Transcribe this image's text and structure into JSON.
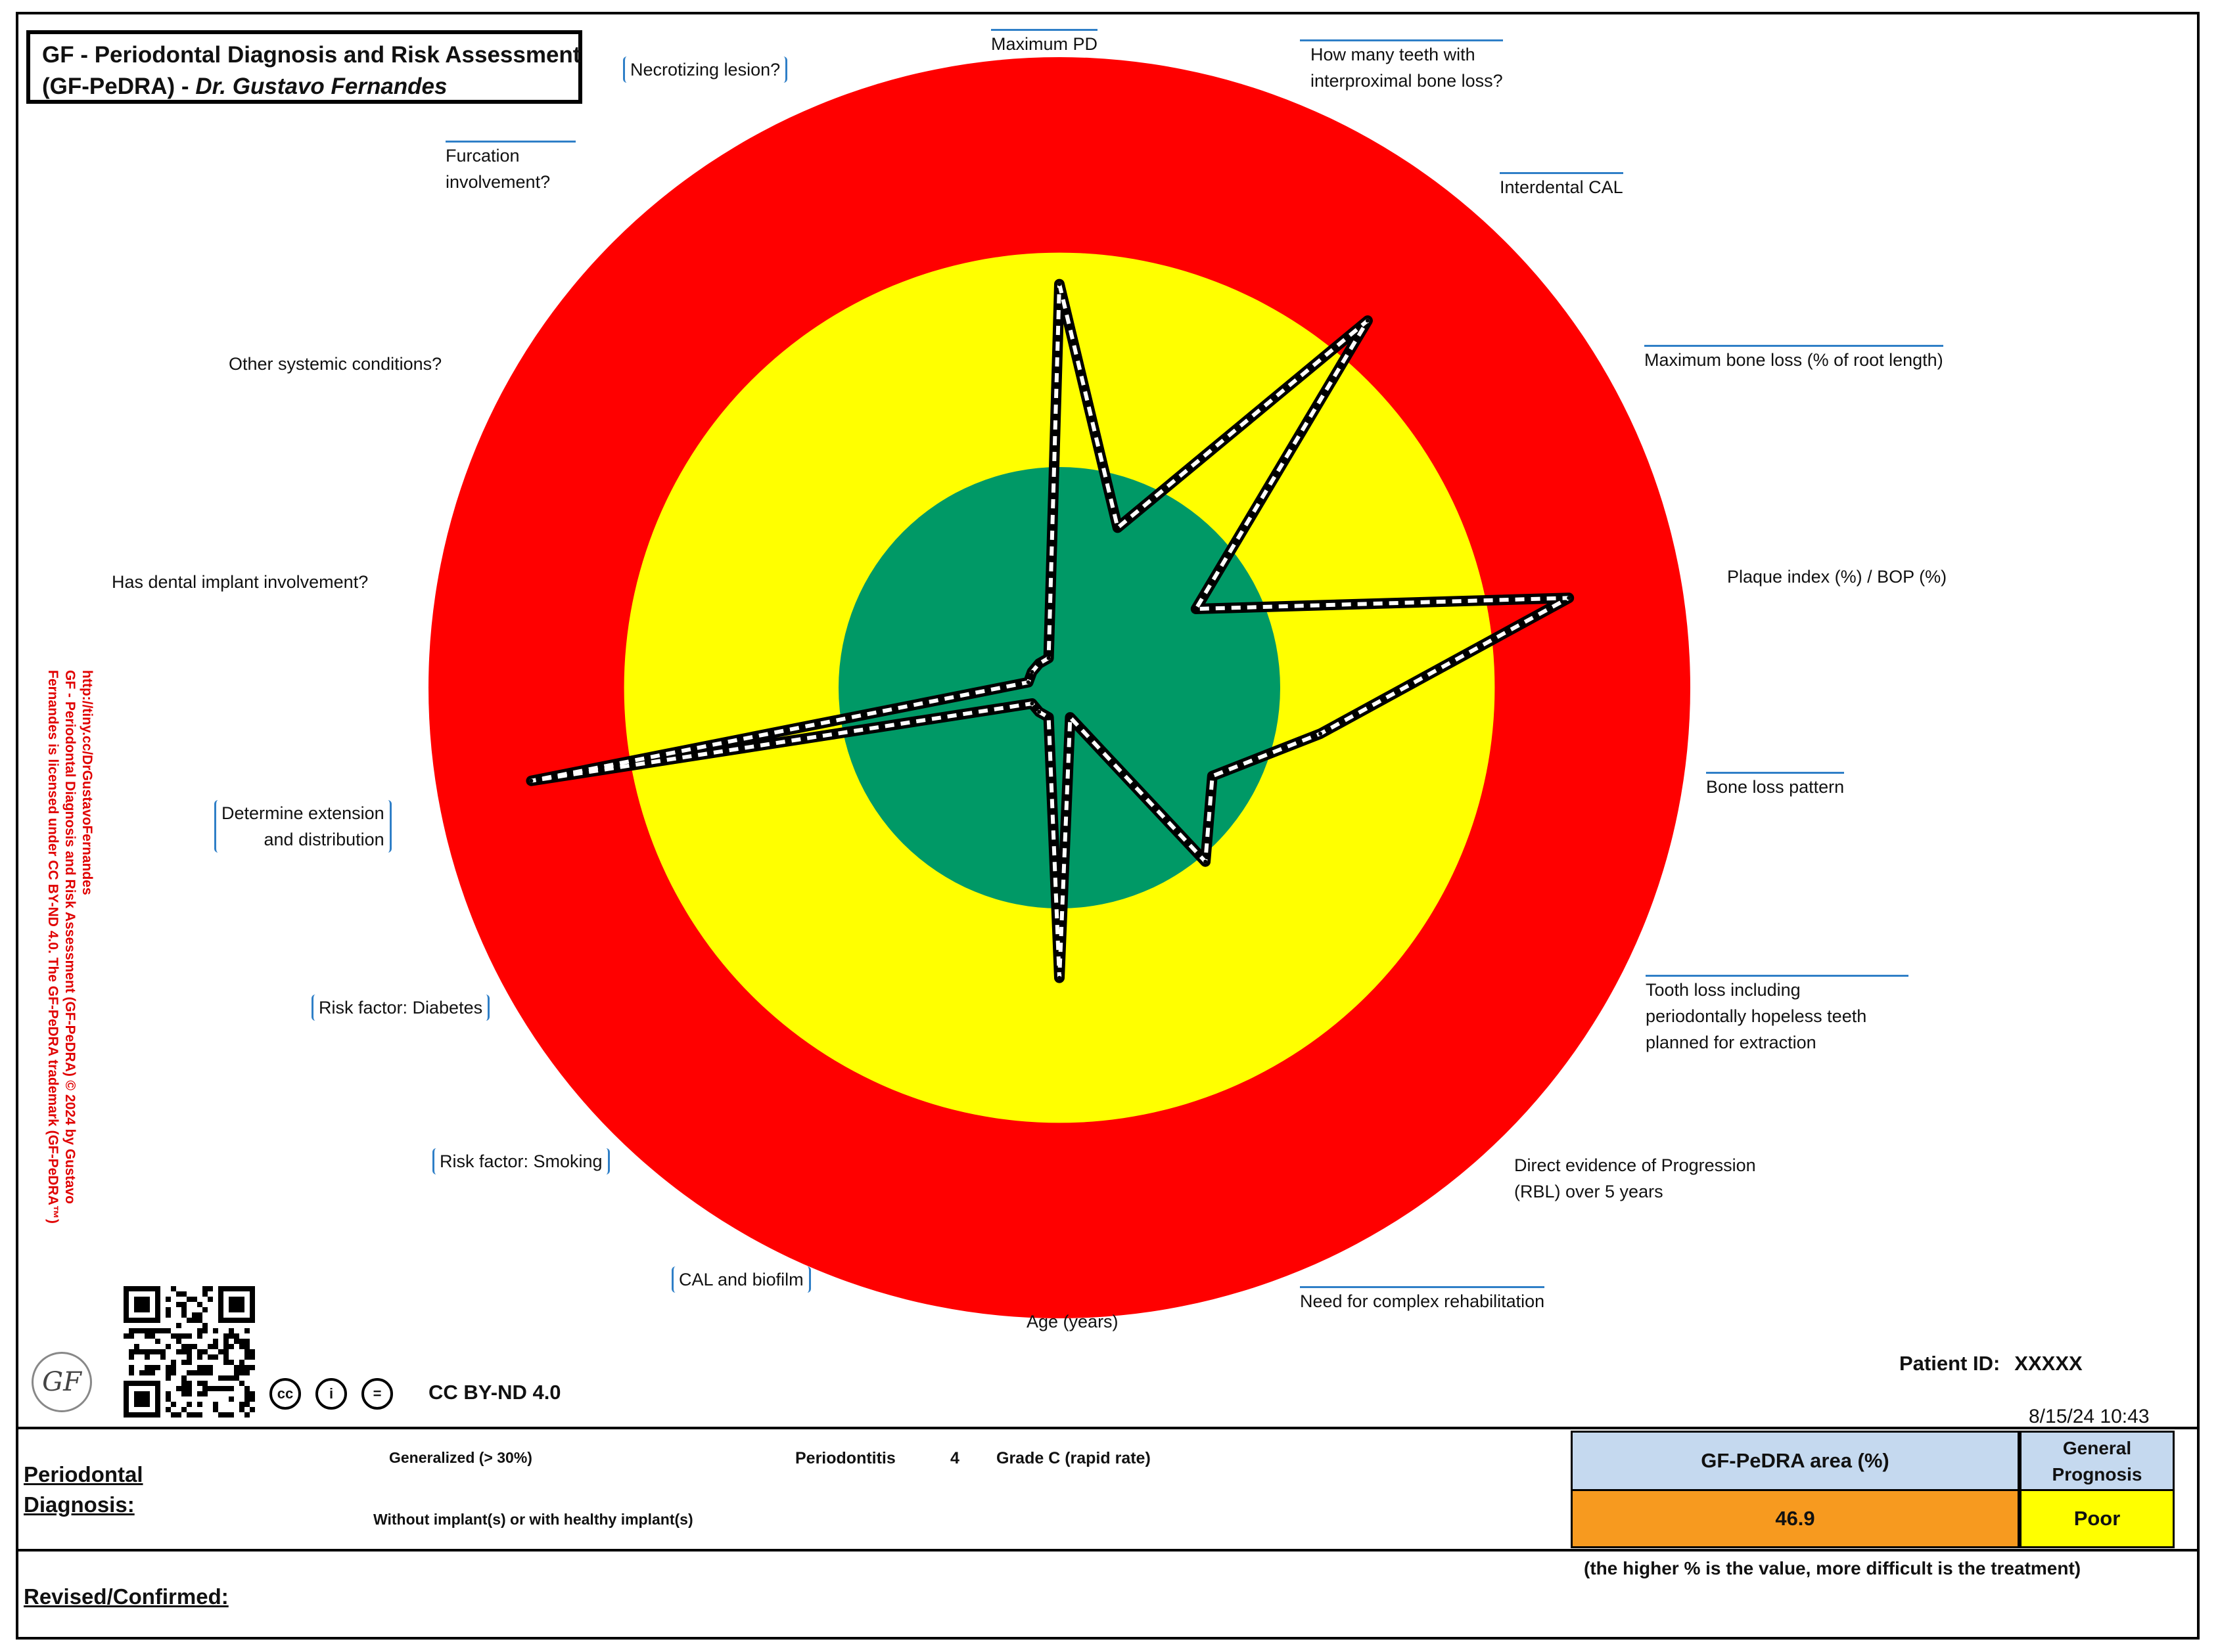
{
  "header": {
    "title_line1": "GF - Periodontal Diagnosis and Risk Assessment",
    "title_line2_prefix": "(GF-PeDRA) - ",
    "title_line2_author": "Dr. Gustavo Fernandes"
  },
  "chart_data": {
    "type": "radar",
    "title": "GF - Periodontal Diagnosis and Risk Assessment (GF-PeDRA)",
    "zones": [
      {
        "name": "green",
        "color": "#009966",
        "outer": 0.35
      },
      {
        "name": "yellow",
        "color": "#ffff00",
        "outer": 0.69
      },
      {
        "name": "red",
        "color": "#ff0000",
        "outer": 1.0
      }
    ],
    "axes": [
      {
        "label": "Maximum PD",
        "value": 0.64
      },
      {
        "label": "How many teeth with\ninterproximal bone loss?",
        "value": 0.27
      },
      {
        "label": "Interdental CAL",
        "value": 0.76
      },
      {
        "label": "Maximum bone loss (% of root length)",
        "value": 0.25
      },
      {
        "label": "Plaque index (%) / BOP (%)",
        "value": 0.82
      },
      {
        "label": "Bone loss pattern",
        "value": 0.42
      },
      {
        "label": "Tooth loss including\nperiodontally hopeless teeth\nplanned for extraction",
        "value": 0.28
      },
      {
        "label": "Direct evidence of Progression\n(RBL) over 5 years",
        "value": 0.36
      },
      {
        "label": "Need for complex rehabilitation",
        "value": 0.05
      },
      {
        "label": "Age (years)",
        "value": 0.46
      },
      {
        "label": "CAL and biofilm",
        "value": 0.05
      },
      {
        "label": "Risk factor: Smoking",
        "value": 0.05
      },
      {
        "label": "Risk factor: Diabetes",
        "value": 0.05
      },
      {
        "label": "Determine extension\nand distribution",
        "value": 0.85
      },
      {
        "label": "Has dental implant involvement?",
        "value": 0.05
      },
      {
        "label": "Other systemic conditions?",
        "value": 0.05
      },
      {
        "label": "Furcation\ninvolvement?",
        "value": 0.05
      },
      {
        "label": "Necrotizing lesion?",
        "value": 0.05
      }
    ],
    "series": [
      {
        "values_from_axes": true,
        "line_style": "dashed",
        "color": "#000000"
      }
    ]
  },
  "side_license": {
    "line1": "http://tiny.cc/DrGustavoFernandes",
    "line2": "GF - Periodontal Diagnosis and Risk Assessment (GF-PeDRA) © 2024 by Gustavo",
    "line3": "Fernandes is licensed under CC BY-ND 4.0. The GF-PeDRA trademark (GF-PeDRA™)"
  },
  "footer_license": {
    "logo": "GF",
    "icons": [
      "cc",
      "by",
      "nd"
    ],
    "icon_glyphs": [
      "cc",
      "i",
      "="
    ],
    "text": "CC BY-ND 4.0"
  },
  "patient": {
    "label": "Patient ID:",
    "value": "XXXXX"
  },
  "datetime": "8/15/24 10:43",
  "diagnosis": {
    "label_line1": "Periodontal",
    "label_line2": "Diagnosis:",
    "extent": "Generalized (> 30%)",
    "type": "Periodontitis",
    "stage": "4",
    "grade": "Grade C (rapid rate)",
    "implant": "Without implant(s) or with healthy implant(s)"
  },
  "area": {
    "label": "GF-PeDRA area (%)",
    "value": "46.9"
  },
  "prognosis": {
    "label_line1": "General",
    "label_line2": "Prognosis",
    "value": "Poor"
  },
  "note": "(the higher % is the value, more difficult is the treatment)",
  "revised": {
    "label": "Revised/Confirmed:"
  }
}
